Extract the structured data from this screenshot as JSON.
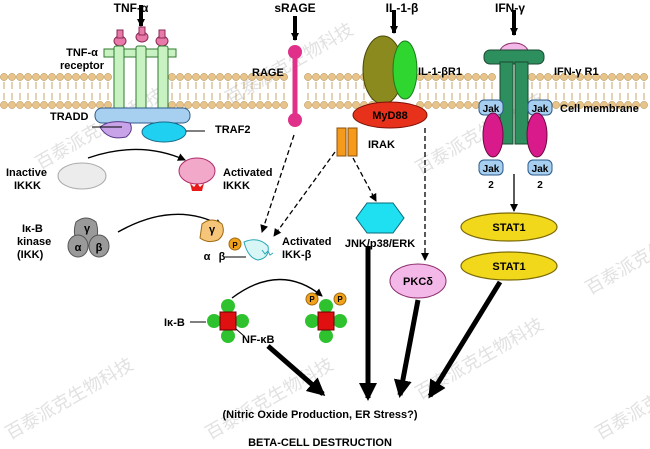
{
  "ligands": {
    "tnf": "TNF-α",
    "srage": "sRAGE",
    "il1": "IL-1-β",
    "ifn": "IFN-γ"
  },
  "receptors": {
    "tnf_receptor_line1": "TNF-α",
    "tnf_receptor_line2": "receptor",
    "rage": "RAGE",
    "il1r": "IL-1-βR1",
    "ifnr": "IFN-γ R1",
    "membrane": "Cell membrane"
  },
  "adaptors": {
    "tradd": "TRADD",
    "traf2": "TRAF2",
    "myd88": "MyD88",
    "irak": "IRAK",
    "jak": "Jak",
    "jak2": "2"
  },
  "kinases": {
    "inactive_line1": "Inactive",
    "inactive_line2": "IKKK",
    "activated_line1": "Activated",
    "activated_line2": "IKKK",
    "ikb_kinase_line1": "Iκ-B",
    "ikb_kinase_line2": "kinase",
    "ikb_kinase_line3": "(IKK)",
    "gamma": "γ",
    "alpha": "α",
    "beta": "β",
    "phos": "P",
    "act_ikkb_line1": "Activated",
    "act_ikkb_line2": "IKK-β",
    "jnk": "JNK/p38/ERK",
    "pkc": "PKCδ",
    "stat1": "STAT1"
  },
  "nfkb": {
    "ikb": "Iκ-B",
    "nfkb": "NF-κB"
  },
  "outcome": {
    "effects": "(Nitric Oxide Production, ER Stress?)",
    "destruction": "BETA-CELL DESTRUCTION"
  },
  "watermark": "百泰派克生物科技",
  "colors": {
    "membrane_head": "#e8c48a",
    "receptor_green": "#c9f2c2",
    "tnf_pink": "#e879a8",
    "rage_magenta": "#e0308a",
    "myd88_red": "#e8311a",
    "irak_orange": "#f59a1a",
    "il1_olive": "#8a8a1e",
    "il1_green": "#2fd62f",
    "ifn_teal": "#2e8f5e",
    "jak_blue": "#a7cff0",
    "stat_yellow": "#f2d81a",
    "jnk_cyan": "#1fe0f0",
    "pkc_pink": "#f4b8e8",
    "nfkb_red": "#e01010"
  }
}
